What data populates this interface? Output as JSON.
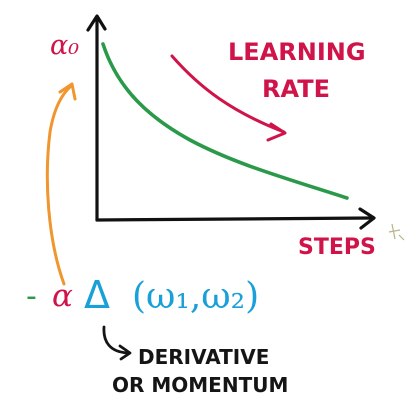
{
  "diagram": {
    "y_axis_label": "α₀",
    "curve_label_line1": "LEARNING",
    "curve_label_line2": "RATE",
    "x_axis_label": "STEPS",
    "formula": {
      "minus": "-",
      "alpha": "α",
      "delta": "Δ",
      "args": "(ω₁,ω₂)"
    },
    "annotation_line1": "DERIVATIVE",
    "annotation_line2": "OR MOMENTUM"
  },
  "colors": {
    "axes": "#111111",
    "curve": "#2a9a4a",
    "red_text": "#d0144a",
    "orange_arrow": "#f0962e",
    "blue_text": "#1aa0d8",
    "dark_text": "#151515"
  }
}
